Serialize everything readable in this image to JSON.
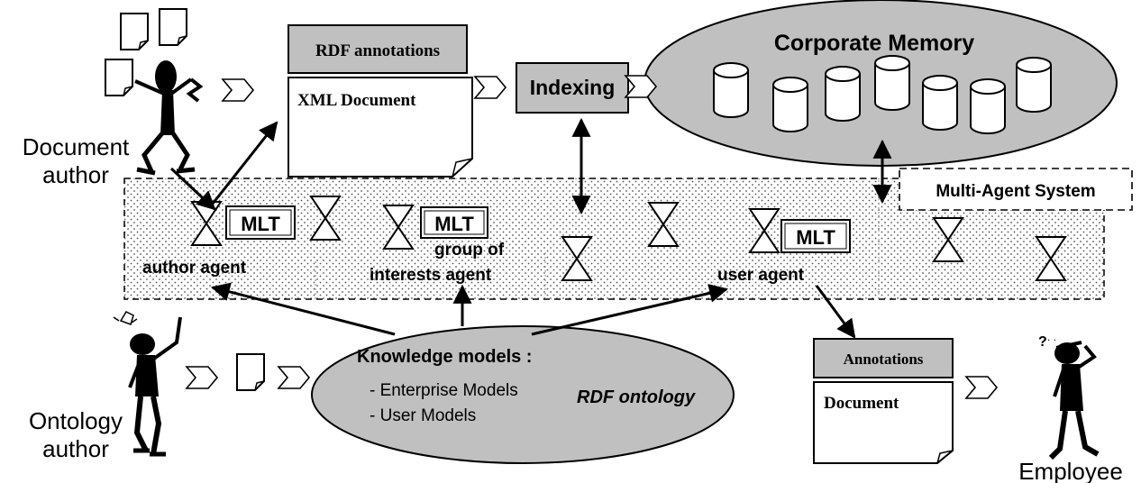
{
  "rdf_annotations": {
    "label": "RDF annotations"
  },
  "xml_document": {
    "label": "XML Document"
  },
  "indexing": {
    "label": "Indexing"
  },
  "corporate_memory": {
    "title": "Corporate Memory"
  },
  "mas": {
    "label": "Multi-Agent System"
  },
  "document_author": {
    "line1": "Document",
    "line2": "author"
  },
  "ontology_author": {
    "line1": "Ontology",
    "line2": "author"
  },
  "employee": {
    "label": "Employee"
  },
  "agents": {
    "mlt": "MLT",
    "author_agent": "author agent",
    "group_line1": "group of",
    "group_line2": "interests agent",
    "user_agent": "user agent"
  },
  "knowledge_models": {
    "title": "Knowledge models :",
    "item1": "- Enterprise Models",
    "item2": "- User Models",
    "ontology": "RDF ontology"
  },
  "output_annotations": {
    "label": "Annotations"
  },
  "output_document": {
    "label": "Document"
  },
  "colors": {
    "gray_fill": "#c0c0c0",
    "dot": "#555555",
    "ink": "#000000"
  }
}
